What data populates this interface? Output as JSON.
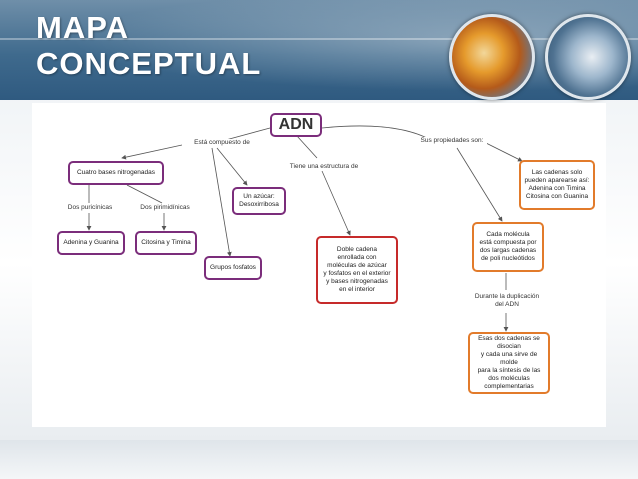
{
  "slide": {
    "title": "MAPA\nCONCEPTUAL"
  },
  "map": {
    "root": "ADN",
    "links": {
      "compuesto": "Está compuesto de",
      "estructura": "Tiene una estructura de",
      "propiedades": "Sus propiedades son:",
      "puricinicas": "Dos puricínicas",
      "pirimidinicas": "Dos pirimidínicas",
      "duplicacion": "Durante la duplicación\ndel ADN"
    },
    "nodes": {
      "bases": "Cuatro bases nitrogenadas",
      "adenina_guanina": "Adenina y Guanina",
      "citosina_timina": "Citosina y Timina",
      "azucar": "Un azúcar:\nDesoxirribosa",
      "fosfatos": "Grupos fosfatos",
      "doble_cadena": "Doble cadena\nenrollada con\nmoléculas de azúcar\ny fosfatos en el exterior\ny bases nitrogenadas\nen el interior",
      "cadenas_aparear": "Las cadenas solo\npueden aparearse así:\nAdenina con Timina\nCitosina con Guanina",
      "cada_molecula": "Cada molécula\nestá compuesta por\ndos largas cadenas\nde poli nucleótidos",
      "se_disocian": "Esas dos cadenas se disocian\ny cada una sirve de molde\npara la síntesis de las\ndos moléculas\ncomplementarias"
    }
  }
}
